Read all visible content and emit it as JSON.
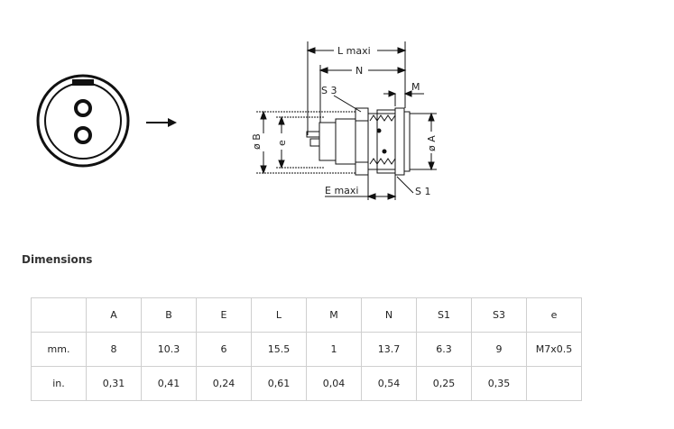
{
  "drawing": {
    "label_L": "L maxi",
    "label_N": "N",
    "label_S3": "S 3",
    "label_M": "M",
    "label_B": "ø B",
    "label_e": "e",
    "label_A": "ø A",
    "label_E": "E  maxi",
    "label_S1": "S 1"
  },
  "section_title": "Dimensions",
  "table": {
    "headers": [
      "",
      "A",
      "B",
      "E",
      "L",
      "M",
      "N",
      "S1",
      "S3",
      "e"
    ],
    "rows": [
      [
        "mm.",
        "8",
        "10.3",
        "6",
        "15.5",
        "1",
        "13.7",
        "6.3",
        "9",
        "M7x0.5"
      ],
      [
        "in.",
        "0,31",
        "0,41",
        "0,24",
        "0,61",
        "0,04",
        "0,54",
        "0,25",
        "0,35",
        ""
      ]
    ]
  }
}
